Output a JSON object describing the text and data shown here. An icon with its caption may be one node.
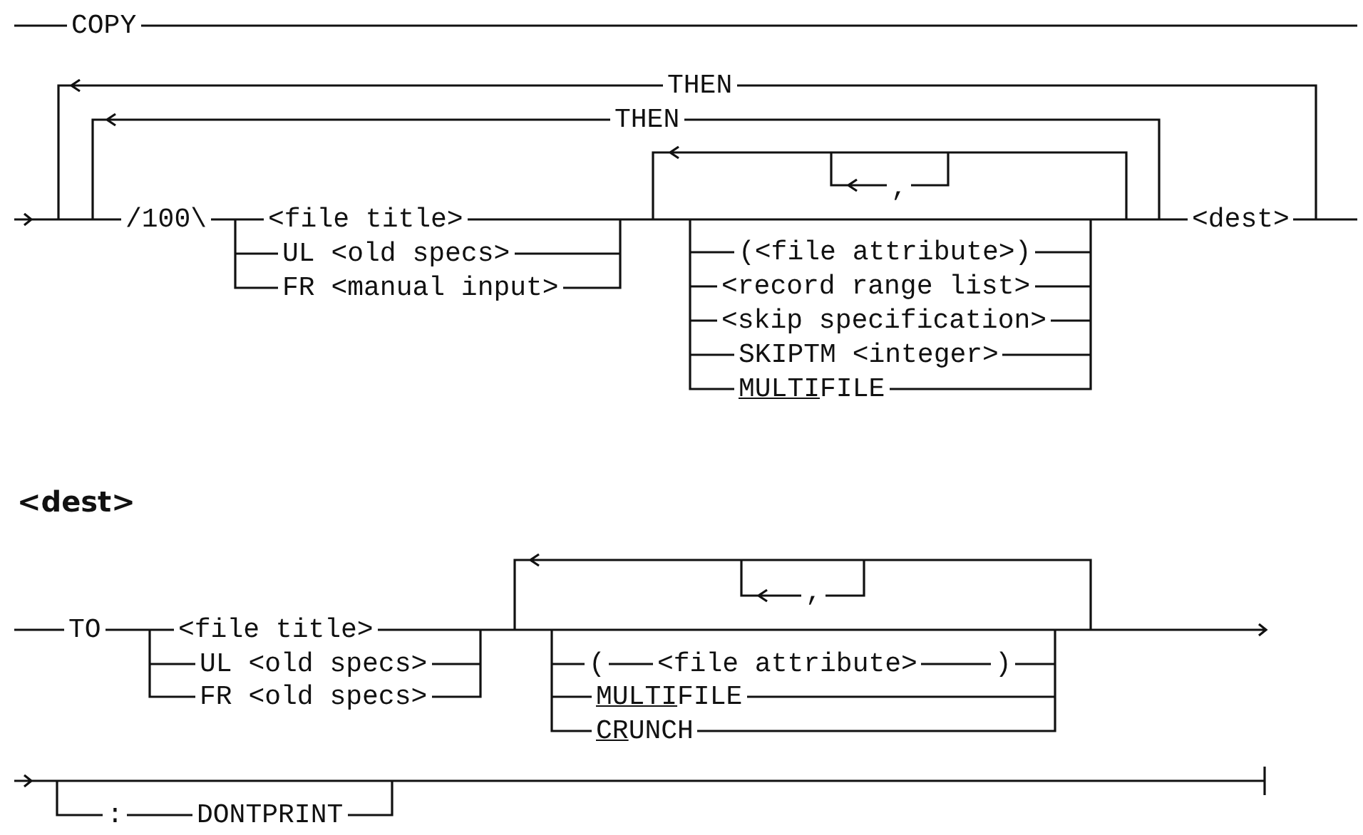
{
  "diagram": {
    "labels": [
      "COPY",
      "THEN",
      "THEN",
      "/100\\",
      "<file title>",
      "UL <old specs>",
      "FR <manual input>",
      ",",
      "(<file attribute>)",
      "<record range list>",
      "<skip specification>",
      "SKIPTM <integer>",
      "MULTIFILE",
      "<dest>",
      "<dest>",
      "TO",
      "<file title>",
      "UL <old specs>",
      "FR <old specs>",
      ",",
      "(",
      "<file attribute>",
      ")",
      "MULTIFILE",
      "CRUNCH",
      ":",
      "DONTPRINT"
    ]
  }
}
